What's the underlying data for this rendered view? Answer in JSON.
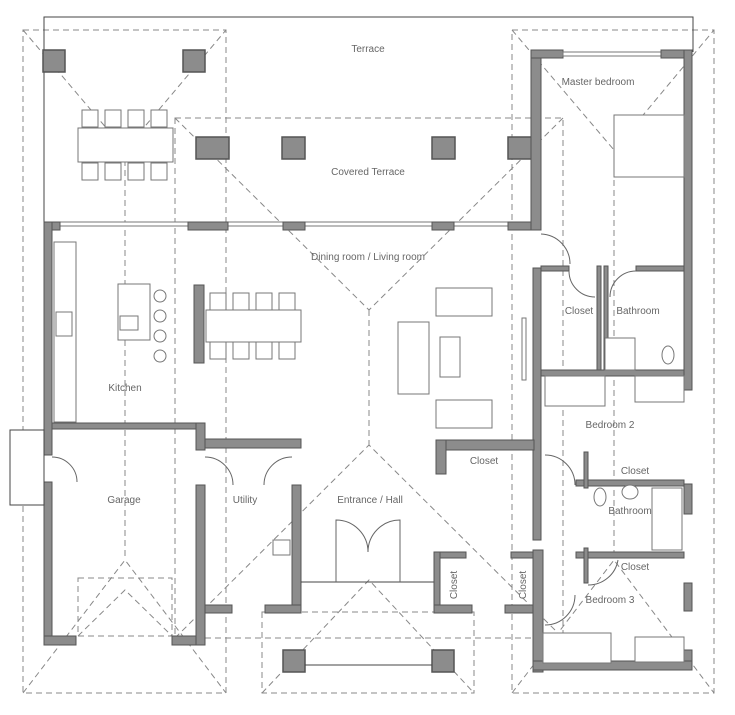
{
  "rooms": {
    "terrace": "Terrace",
    "master_bedroom": "Master bedroom",
    "covered_terrace": "Covered Terrace",
    "dining_living": "Dining room / Living room",
    "master_closet": "Closet",
    "master_bathroom": "Bathroom",
    "kitchen": "Kitchen",
    "bedroom2": "Bedroom 2",
    "hall_closet": "Closet",
    "bedroom2_closet": "Closet",
    "garage": "Garage",
    "utility": "Utility",
    "entrance_hall": "Entrance / Hall",
    "shared_bathroom": "Bathroom",
    "bedroom3_closet": "Closet",
    "bedroom3": "Bedroom 3",
    "entry_closet_left": "Closet",
    "entry_closet_right": "Closet"
  }
}
